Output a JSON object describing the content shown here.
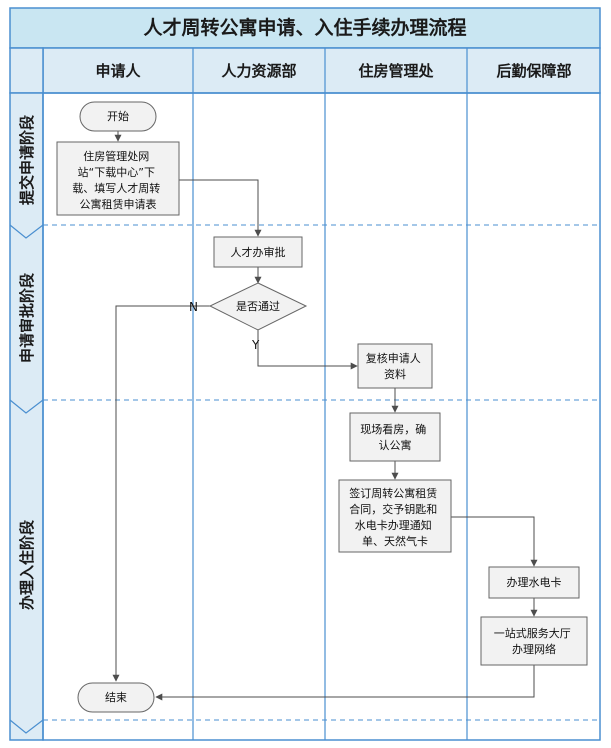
{
  "title": "人才周转公寓申请、入住手续办理流程",
  "lanes": [
    "申请人",
    "人力资源部",
    "住房管理处",
    "后勤保障部"
  ],
  "phases": [
    "提交申请阶段",
    "申请审批阶段",
    "办理入住阶段"
  ],
  "nodes": {
    "start": "开始",
    "fill_form": [
      "住房管理处网",
      "站“下载中心”下",
      "载、填写人才周转",
      "公寓租赁申请表"
    ],
    "hr_approve": "人才办审批",
    "decision": "是否通过",
    "recheck": [
      "复核申请人",
      "资料"
    ],
    "inspect": [
      "现场看房，确",
      "认公寓"
    ],
    "sign": [
      "签订周转公寓租赁",
      "合同，交予钥匙和",
      "水电卡办理通知",
      "单、天然气卡"
    ],
    "utility": "办理水电卡",
    "one_stop": [
      "一站式服务大厅",
      "办理网络"
    ],
    "end": "结束"
  },
  "edge_labels": {
    "no": "N",
    "yes": "Y"
  },
  "colors": {
    "frame": "#4a8fd0",
    "title_bg": "#c9e6f2",
    "lane_bg": "#dcebf5",
    "node_fill": "#f2f2f2",
    "node_stroke": "#666666",
    "edge": "#4d4d4d"
  }
}
